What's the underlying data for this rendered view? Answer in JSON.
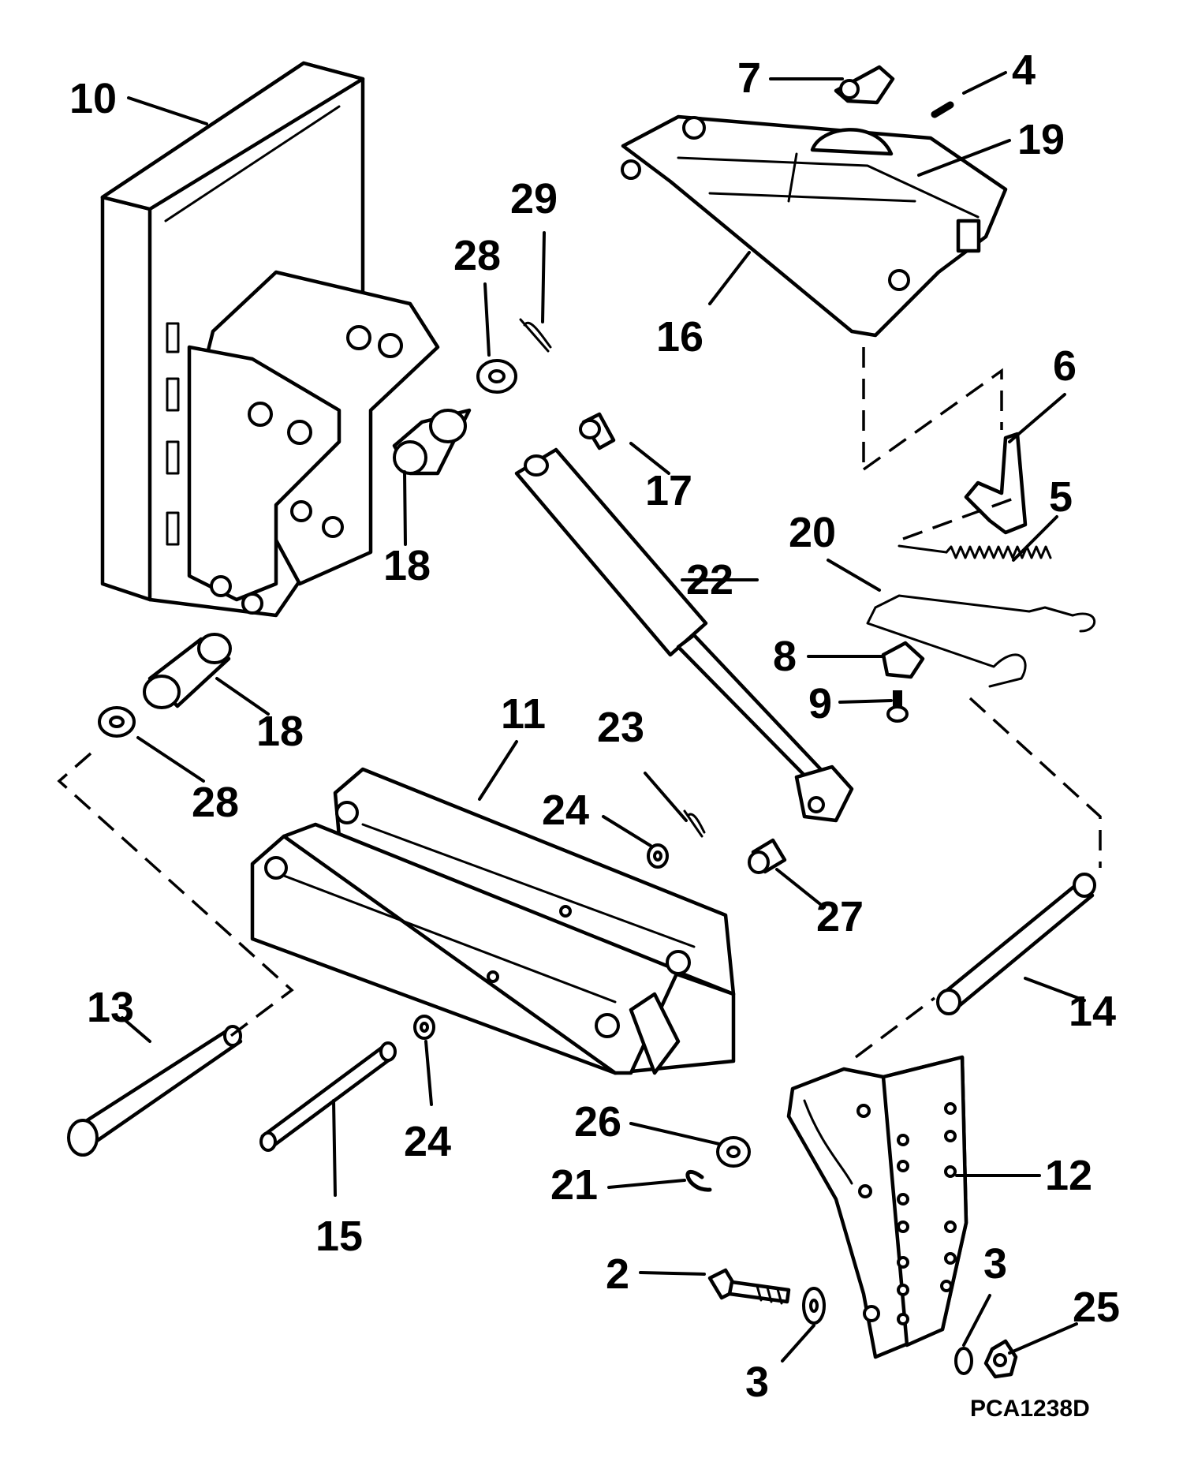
{
  "diagram": {
    "code": "PCA1238D",
    "callouts": [
      "10",
      "7",
      "4",
      "19",
      "29",
      "28",
      "16",
      "6",
      "17",
      "5",
      "22",
      "20",
      "18",
      "8",
      "9",
      "11",
      "23",
      "24",
      "28",
      "27",
      "14",
      "13",
      "24",
      "15",
      "26",
      "21",
      "12",
      "2",
      "3",
      "3",
      "25",
      "18"
    ]
  }
}
